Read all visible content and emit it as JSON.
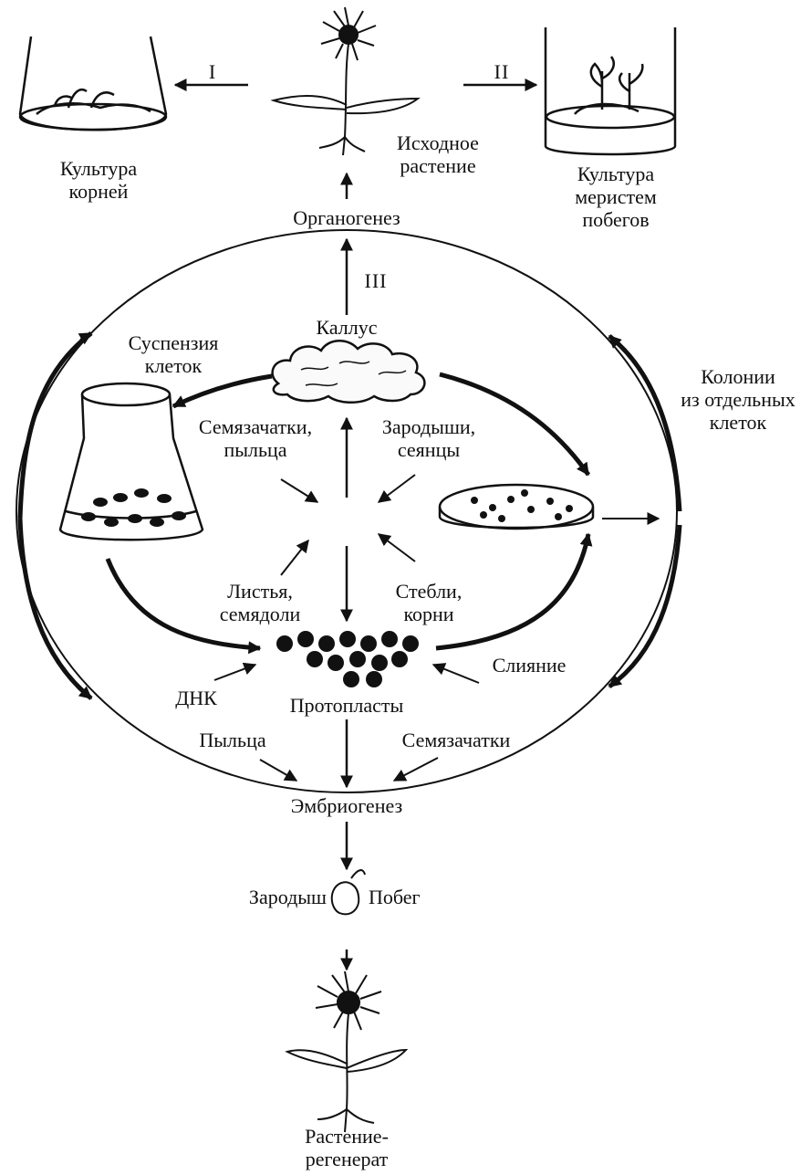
{
  "labels": {
    "root_culture": [
      "Культура",
      "корней"
    ],
    "source_plant": [
      "Исходное",
      "растение"
    ],
    "meristem_culture": [
      "Культура",
      "меристем",
      "побегов"
    ],
    "route_I": "I",
    "route_II": "II",
    "route_III": "III",
    "organogenesis": "Органогенез",
    "callus": "Каллус",
    "cell_suspension": [
      "Суспензия",
      "клеток"
    ],
    "colonies": [
      "Колонии",
      "из отдельных",
      "клеток"
    ],
    "ovules_pollen": [
      "Семязачатки,",
      "пыльца"
    ],
    "embryos_seedlings": [
      "Зародыши,",
      "сеянцы"
    ],
    "leaves_cotyledons": [
      "Листья,",
      "семядоли"
    ],
    "stems_roots": [
      "Стебли,",
      "корни"
    ],
    "fusion": "Слияние",
    "dna": "ДНК",
    "protoplasts": "Протопласты",
    "pollen": "Пыльца",
    "ovules": "Семязачатки",
    "embryogenesis": "Эмбриогенез",
    "embryo": "Зародыш",
    "shoot": "Побег",
    "regenerated_plant": [
      "Растение-",
      "регенерат"
    ]
  },
  "colors": {
    "ink": "#111111",
    "background": "#ffffff"
  }
}
